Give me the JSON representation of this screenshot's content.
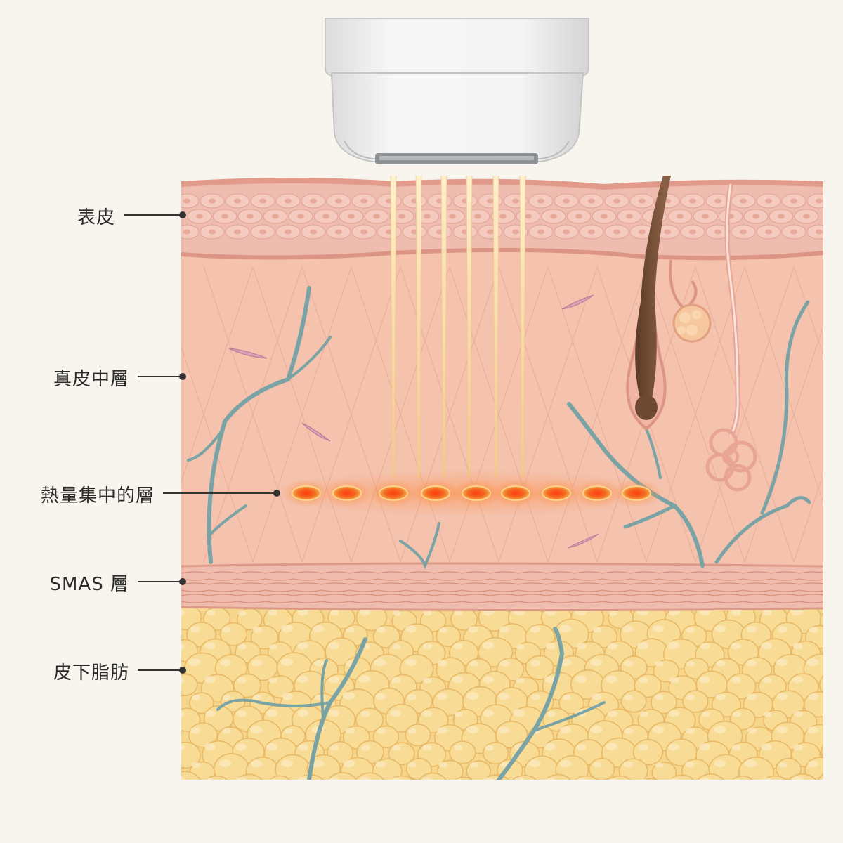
{
  "labels": {
    "epidermis": "表皮",
    "mid_dermis": "真皮中層",
    "heat_layer": "熱量集中的層",
    "smas": "SMAS 層",
    "subcutaneous_fat": "皮下脂肪"
  },
  "colors": {
    "background": "#f8f5ee",
    "epidermis": "#eebdb0",
    "dermis": "#f4c2ad",
    "smas": "#efbcae",
    "fat": "#f6d58c",
    "fat_cell": "#f8dc96",
    "vessel": "#7aa3a6",
    "beam": "#f9e4b0",
    "heat_core": "#f26a22",
    "hair": "#7a5238",
    "device": "#ececec",
    "leader_line": "#333333"
  },
  "icons": {
    "device": "ultrasound-transducer-icon",
    "hair": "hair-follicle-icon",
    "gland": "sweat-gland-icon"
  }
}
